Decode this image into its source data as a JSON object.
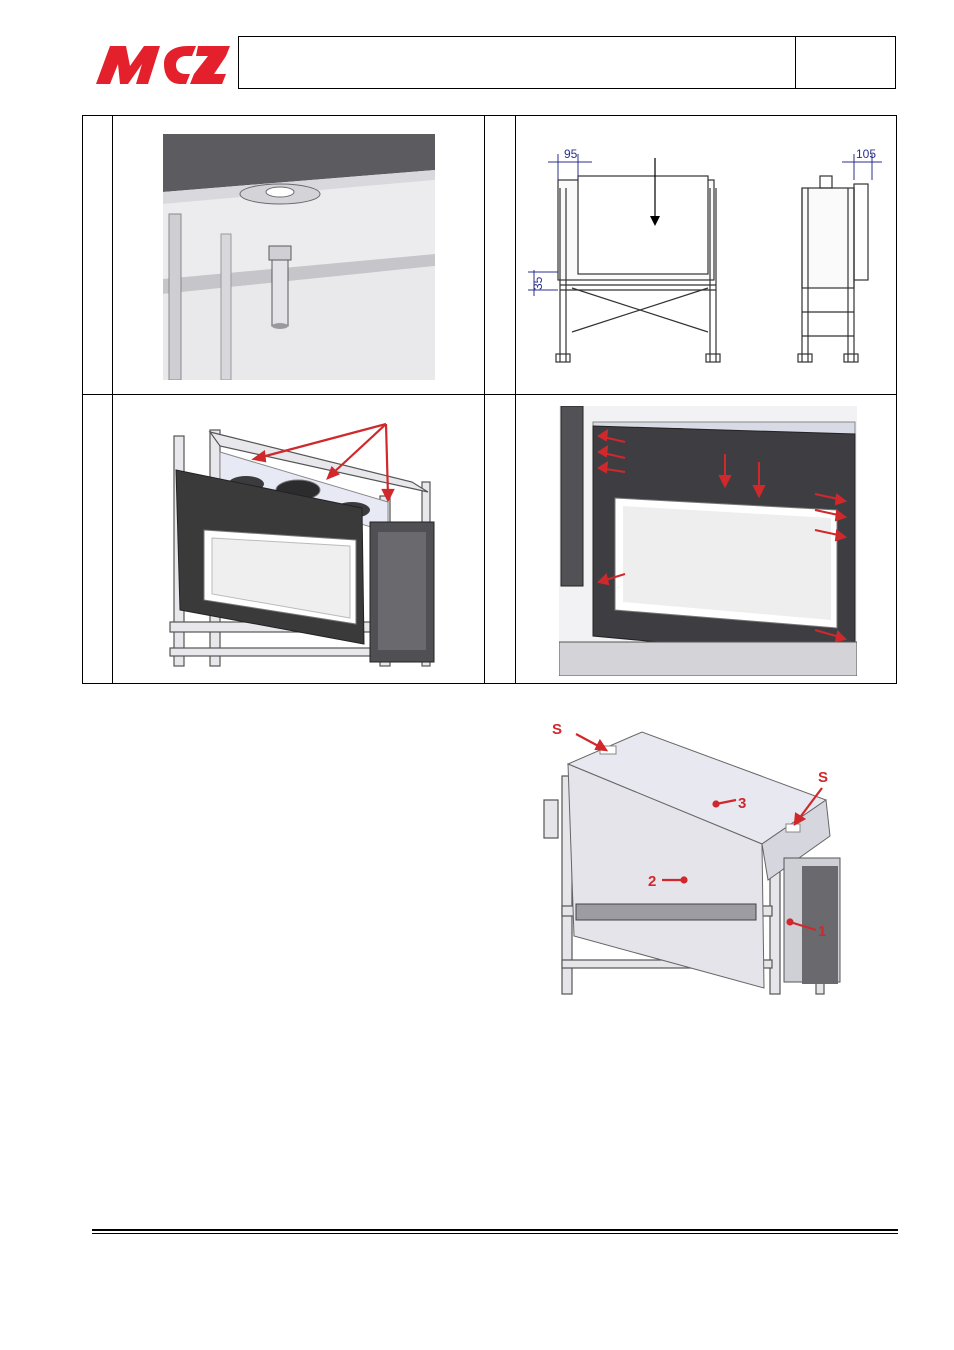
{
  "brand": {
    "logo_text": "MCZ",
    "logo_color": "#e3202b"
  },
  "header": {
    "title": "",
    "page_ref": ""
  },
  "figures": {
    "fig1": {
      "number": ""
    },
    "fig2": {
      "number": "",
      "dimensions": {
        "top_left": "95",
        "top_right": "105",
        "side": "35"
      }
    },
    "fig3": {
      "number": ""
    },
    "fig4": {
      "number": ""
    },
    "fig5": {
      "labels": {
        "seal_a": "S",
        "seal_b": "S",
        "part_1": "1",
        "part_2": "2",
        "part_3": "3"
      }
    }
  },
  "colors": {
    "arrow": "#d0282b",
    "dimension": "#2b2f8a",
    "panel_dark": "#3a3a3a"
  }
}
